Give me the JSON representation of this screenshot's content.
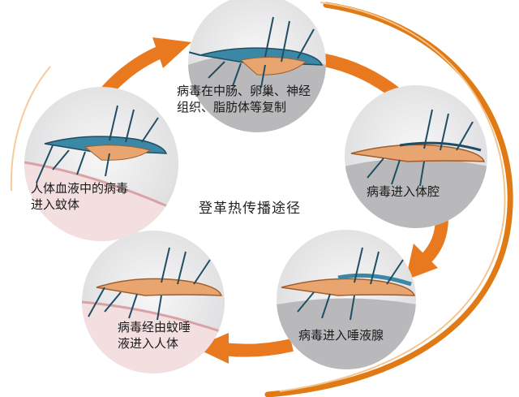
{
  "title": "登革热传播途径",
  "stages": [
    {
      "line1": "病毒在中肠、卵巢、神经",
      "line2": "组织、脂肪体等复制"
    },
    {
      "line1": "病毒进入体腔",
      "line2": ""
    },
    {
      "line1": "病毒进入唾液腺",
      "line2": ""
    },
    {
      "line1": "病毒经由蚊唾",
      "line2": "液进入人体"
    },
    {
      "line1": "人体血液中的病毒",
      "line2": "进入蚊体"
    }
  ],
  "colors": {
    "arrow": "#e8791f",
    "swoosh": "#e07a14",
    "circle_bg": "#e9e9ea",
    "skin": "#f3dfe0",
    "gray_ground": "#b9b9bb",
    "mosquito_blue": "#3a87a6",
    "mosquito_dark": "#1f4e63",
    "mosquito_orange": "#e8a570"
  }
}
